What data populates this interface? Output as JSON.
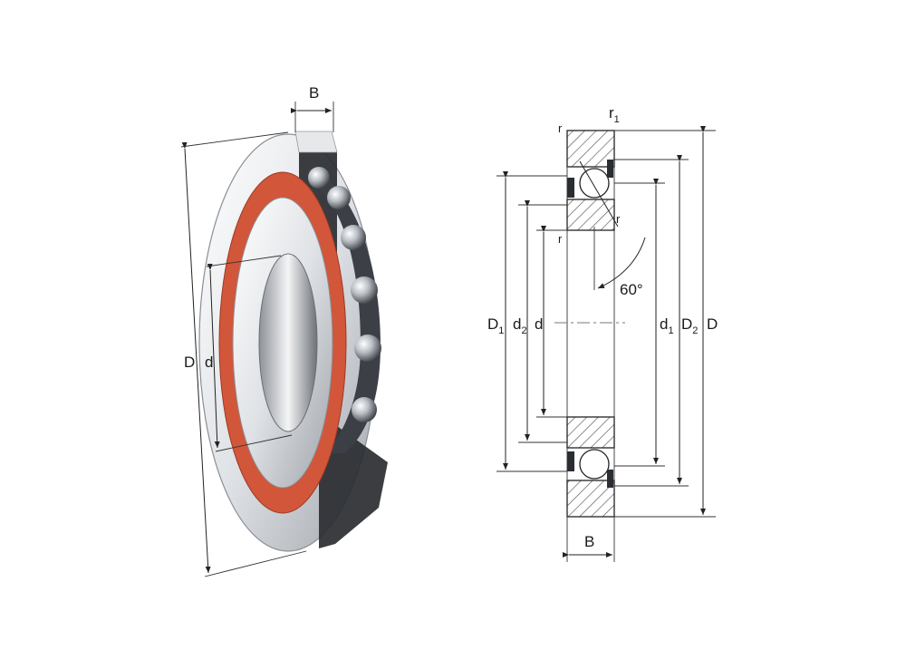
{
  "left_view": {
    "labels": {
      "width": "B",
      "outer_dia": "D",
      "bore": "d"
    }
  },
  "section_view": {
    "labels": {
      "width": "B",
      "r1_main": "r",
      "r1_sub": "1",
      "r": "r",
      "angle": "60°",
      "D1_main": "D",
      "D1_sub": "1",
      "d2_main": "d",
      "d2_sub": "2",
      "d": "d",
      "d1_main": "d",
      "d1_sub": "1",
      "D2_main": "D",
      "D2_sub": "2",
      "D": "D"
    }
  },
  "colors": {
    "seal": "#d2563a",
    "steel_light": "#e9ebee",
    "steel_dark": "#2a2d31",
    "hatch": "#555555"
  }
}
